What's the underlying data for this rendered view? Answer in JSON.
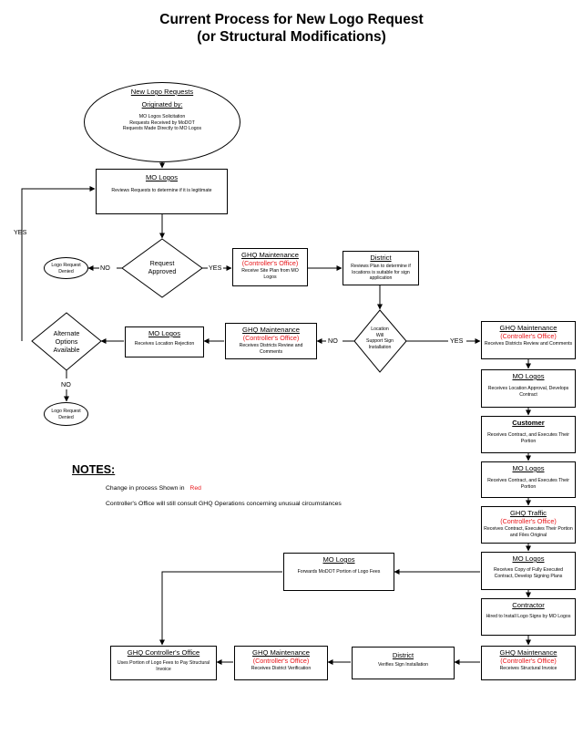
{
  "title": {
    "line1": "Current Process for New Logo Request",
    "line2": "(or Structural Modifications)"
  },
  "nodes": {
    "new_logo": {
      "title": "New Logo Requests",
      "subtitle": "Originated by:",
      "lines": [
        "MO Logos Solicitation",
        "Requests Received by MoDOT",
        "Requests Made Directly to MO Logos"
      ]
    },
    "mo_logos_review": {
      "title": "MO Logos",
      "body": "Reviews Requests to determine if it is legitimate"
    },
    "decision_request": {
      "line1": "Request",
      "line2": "Approved"
    },
    "denied_1": {
      "line1": "Logo Request",
      "line2": "Denied"
    },
    "ghq_maint_1": {
      "title": "GHQ Maintenance",
      "red": "(Controller's Office)",
      "body": "Receive Site Plan from MO Logos"
    },
    "district_1": {
      "title": "District",
      "body": "Reviews Plan to determine if locations is suitable for sign application"
    },
    "decision_location": {
      "lines": [
        "Location",
        "Will",
        "Support Sign",
        "Installation"
      ]
    },
    "ghq_maint_2": {
      "title": "GHQ Maintenance",
      "red": "(Controller's Office)",
      "body": "Receives Districts Review and Comments"
    },
    "mo_logos_reject": {
      "title": "MO Logos",
      "body": "Receives Location Rejection"
    },
    "decision_alt": {
      "lines": [
        "Alternate",
        "Options",
        "Available"
      ]
    },
    "denied_2": {
      "line1": "Logo Request",
      "line2": "Denied"
    },
    "ghq_maint_3": {
      "title": "GHQ Maintenance",
      "red": "(Controller's Office)",
      "body": "Receives Districts Review and Comments"
    },
    "mo_logos_contract": {
      "title": "MO Logos",
      "body": "Receives Location Approval, Develops Contract"
    },
    "customer": {
      "title": "Customer",
      "body": "Receives Contract, and Executes Their Portion"
    },
    "mo_logos_exec": {
      "title": "MO Logos",
      "body": "Receives Contract, and Executes Their Portion"
    },
    "ghq_traffic": {
      "title": "GHQ Traffic",
      "red": "(Controller's Office)",
      "body": "Receives Contract, Executes Their Portion and Files Original"
    },
    "mo_logos_copy": {
      "title": "MO Logos",
      "body": "Receives Copy of Fully Executed Contract, Develop Signing Plans"
    },
    "mo_logos_fees": {
      "title": "MO Logos",
      "body": "Forwards MoDOT Portion of Logo Fees"
    },
    "contractor": {
      "title": "Contractor",
      "body": "Hired to Install Logo Signs by MO Logos"
    },
    "ghq_maint_4": {
      "title": "GHQ Maintenance",
      "red": "(Controller's Office)",
      "body": "Receives Structural Invoice"
    },
    "district_2": {
      "title": "District",
      "body": "Verifies Sign Installation"
    },
    "ghq_maint_5": {
      "title": "GHQ Maintenance",
      "red": "(Controller's Office)",
      "body": "Receives District Verification"
    },
    "ghq_controller": {
      "title": "GHQ Controller's Office",
      "body": "Uses Portion of Logo Fees to Pay Structural Invoice"
    }
  },
  "edge_labels": {
    "yes_top": "YES",
    "no_left": "NO",
    "yes_right": "YES",
    "no_loc": "NO",
    "yes_loc": "YES",
    "no_alt": "NO"
  },
  "notes": {
    "heading": "NOTES:",
    "line1_prefix": "Change in process Shown in",
    "line1_red": "Red",
    "line2": "Controller's Office will still consult GHQ Operations concerning unusual circumstances"
  },
  "colors": {
    "red": "#e8161a",
    "line": "#000000"
  }
}
